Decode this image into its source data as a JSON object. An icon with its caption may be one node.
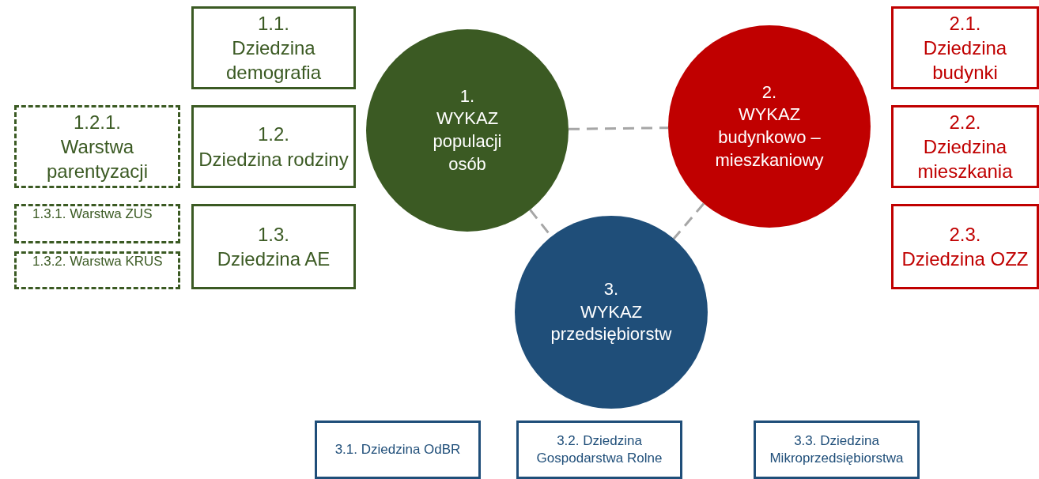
{
  "diagram": {
    "nodes": [
      {
        "text": [
          "1.",
          "WYKAZ populacji osób"
        ]
      },
      {
        "text": [
          "1.1.",
          "Dziedzina demografia"
        ]
      },
      {
        "text": [
          "1.2.1.",
          "Warstwa parentyzacji"
        ]
      },
      {
        "text": [
          "1.2.",
          "Dziedzina rodziny"
        ]
      },
      {
        "text": [
          "1.3.1. Warstwa ZUS"
        ]
      },
      {
        "text": [
          "1.3.2. Warstwa KRUS"
        ]
      },
      {
        "text": [
          "1.3.",
          "Dziedzina AE"
        ]
      },
      {
        "text": [
          "2.",
          "WYKAZ budynkowo – mieszkaniowy"
        ]
      },
      {
        "text": [
          "2.1.",
          "Dziedzina budynki"
        ]
      },
      {
        "text": [
          "2.2.",
          "Dziedzina mieszkania"
        ]
      },
      {
        "text": [
          "2.3.",
          "Dziedzina OZZ"
        ]
      },
      {
        "text": [
          "3.",
          "WYKAZ przedsiębiorstw"
        ]
      },
      {
        "text": [
          "3.1. Dziedzina OdBR"
        ]
      },
      {
        "text": [
          "3.2. Dziedzina Gospodarstwa Rolne"
        ]
      },
      {
        "text": [
          "3.3. Dziedzina Mikroprzedsiębiorstwa"
        ]
      }
    ],
    "edges": [
      {
        "from": 0,
        "to": 7,
        "arrow": "none",
        "style": "dashed"
      },
      {
        "from": 0,
        "to": 11,
        "arrow": "none",
        "style": "dashed"
      },
      {
        "from": 7,
        "to": 11,
        "arrow": "none",
        "style": "dashed"
      }
    ]
  }
}
